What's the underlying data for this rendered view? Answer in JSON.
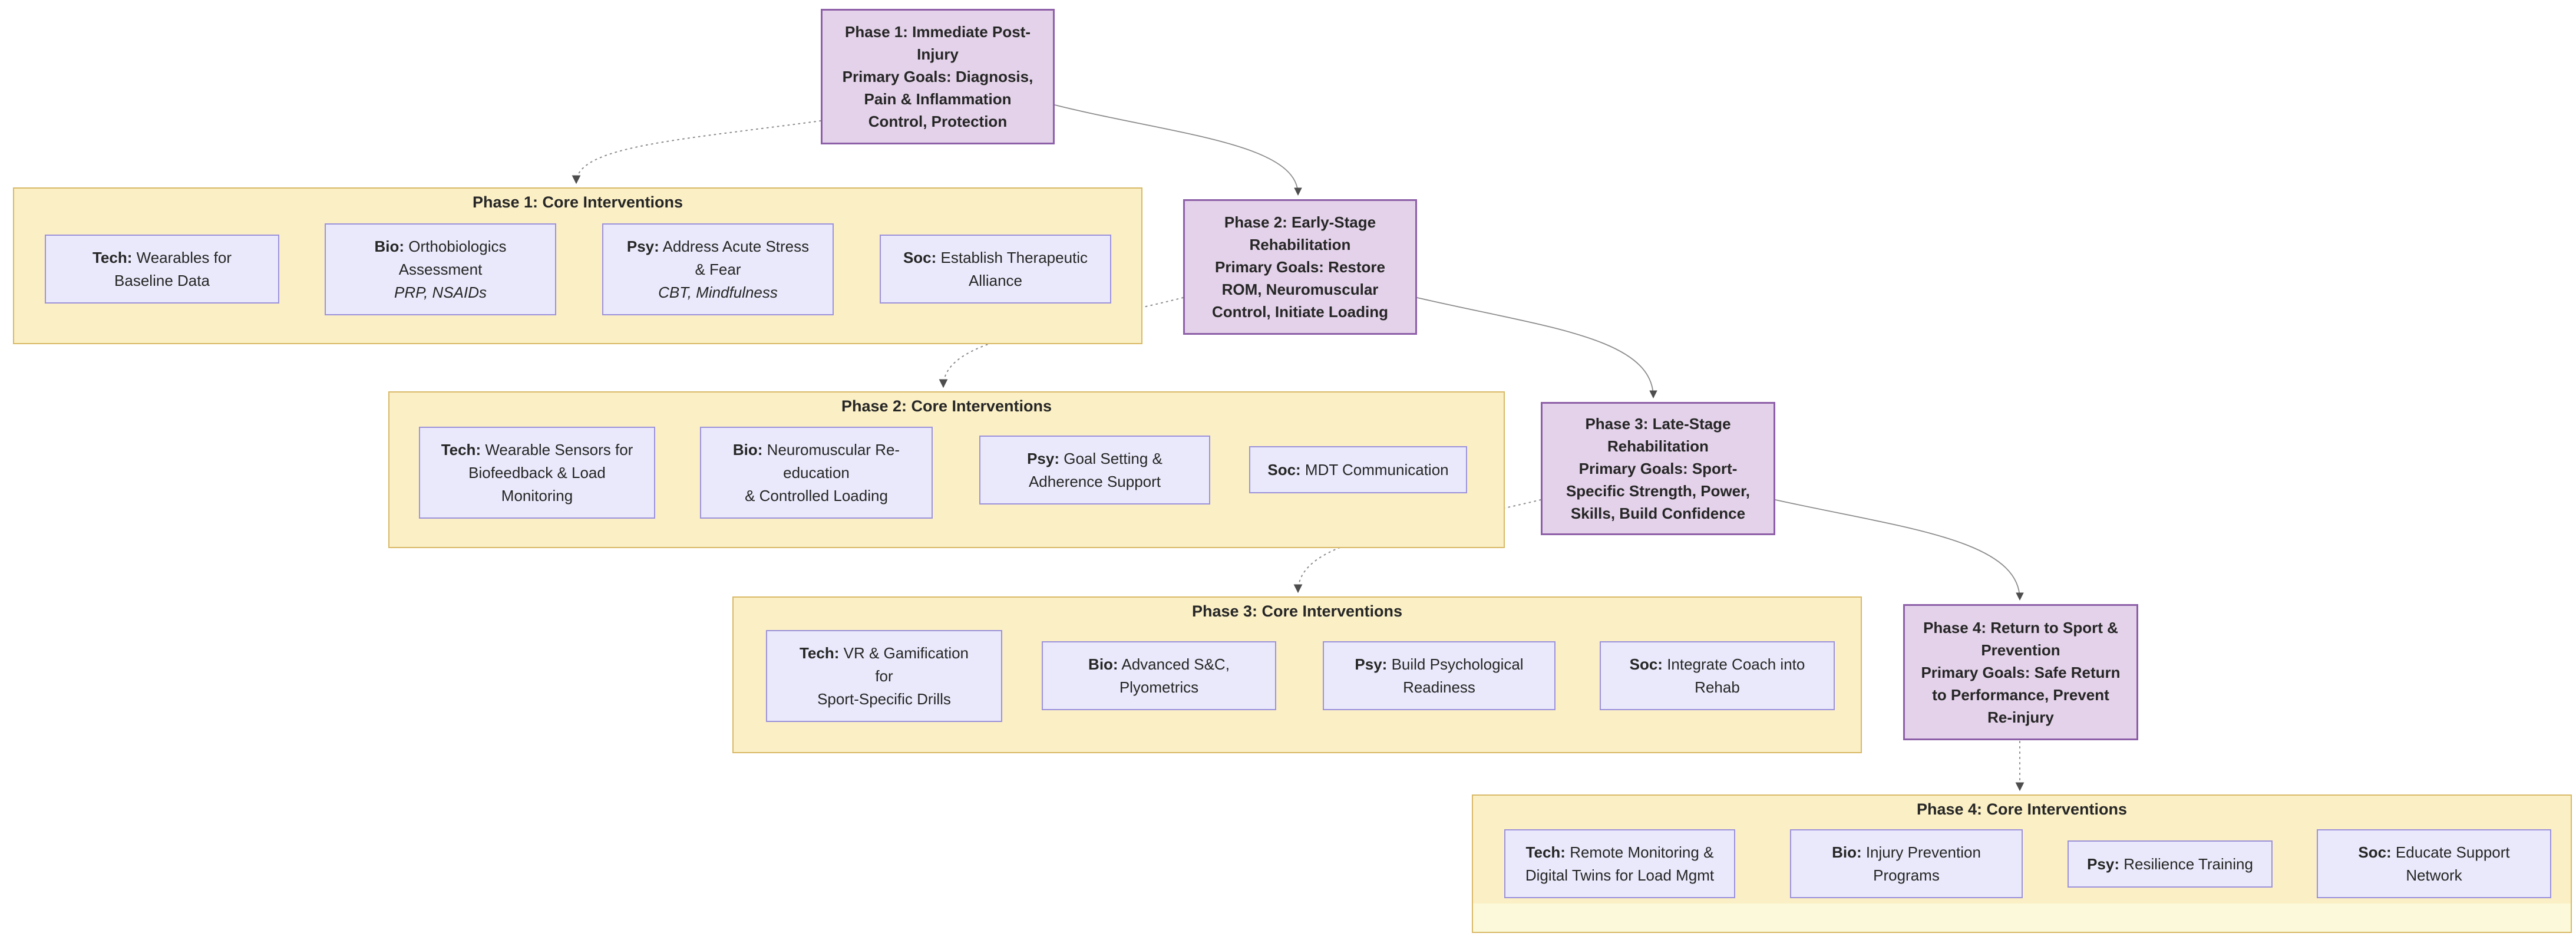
{
  "diagram": {
    "type": "flowchart",
    "phases": [
      {
        "id": "P1",
        "label": "Phase 1: Immediate Post-\nInjury\nPrimary Goals: Diagnosis,\nPain & Inflammation\nControl, Protection"
      },
      {
        "id": "P2",
        "label": "Phase 2: Early-Stage\nRehabilitation\nPrimary Goals: Restore\nROM, Neuromuscular\nControl, Initiate Loading"
      },
      {
        "id": "P3",
        "label": "Phase 3: Late-Stage\nRehabilitation\nPrimary Goals: Sport-\nSpecific Strength, Power,\nSkills, Build Confidence"
      },
      {
        "id": "P4",
        "label": "Phase 4: Return to Sport &\nPrevention\nPrimary Goals: Safe Return\nto Performance, Prevent\nRe-injury"
      }
    ],
    "clusters": [
      {
        "title": "Phase 1: Core Interventions",
        "nodes": [
          {
            "prefix": "Tech:",
            "text": " Wearables for\nBaseline Data",
            "note": ""
          },
          {
            "prefix": "Bio:",
            "text": " Orthobiologics\nAssessment",
            "note": "PRP, NSAIDs"
          },
          {
            "prefix": "Psy:",
            "text": " Address Acute Stress\n& Fear",
            "note": "CBT, Mindfulness"
          },
          {
            "prefix": "Soc:",
            "text": " Establish Therapeutic\nAlliance",
            "note": ""
          }
        ]
      },
      {
        "title": "Phase 2: Core Interventions",
        "nodes": [
          {
            "prefix": "Tech:",
            "text": " Wearable Sensors for\nBiofeedback & Load\nMonitoring",
            "note": ""
          },
          {
            "prefix": "Bio:",
            "text": " Neuromuscular Re-\neducation\n& Controlled Loading",
            "note": ""
          },
          {
            "prefix": "Psy:",
            "text": " Goal Setting &\nAdherence Support",
            "note": ""
          },
          {
            "prefix": "Soc:",
            "text": " MDT Communication",
            "note": ""
          }
        ]
      },
      {
        "title": "Phase 3: Core Interventions",
        "nodes": [
          {
            "prefix": "Tech:",
            "text": " VR & Gamification\nfor\nSport-Specific Drills",
            "note": ""
          },
          {
            "prefix": "Bio:",
            "text": " Advanced S&C,\nPlyometrics",
            "note": ""
          },
          {
            "prefix": "Psy:",
            "text": " Build Psychological\nReadiness",
            "note": ""
          },
          {
            "prefix": "Soc:",
            "text": " Integrate Coach into\nRehab",
            "note": ""
          }
        ]
      },
      {
        "title": "Phase 4: Core Interventions",
        "nodes": [
          {
            "prefix": "Tech:",
            "text": " Remote Monitoring &\nDigital Twins for Load Mgmt",
            "note": ""
          },
          {
            "prefix": "Bio:",
            "text": " Injury Prevention\nPrograms",
            "note": ""
          },
          {
            "prefix": "Psy:",
            "text": " Resilience Training",
            "note": ""
          },
          {
            "prefix": "Soc:",
            "text": " Educate Support\nNetwork",
            "note": ""
          }
        ]
      }
    ],
    "edges": [
      {
        "from": "P1",
        "to": "Phase 1: Core Interventions",
        "style": "dotted"
      },
      {
        "from": "P1",
        "to": "P2",
        "style": "solid"
      },
      {
        "from": "P2",
        "to": "Phase 2: Core Interventions",
        "style": "dotted"
      },
      {
        "from": "P2",
        "to": "P3",
        "style": "solid"
      },
      {
        "from": "P3",
        "to": "Phase 3: Core Interventions",
        "style": "dotted"
      },
      {
        "from": "P3",
        "to": "P4",
        "style": "solid"
      },
      {
        "from": "P4",
        "to": "Phase 4: Core Interventions",
        "style": "dotted"
      }
    ],
    "colors": {
      "phase_fill": "#e3d2e9",
      "phase_border": "#8d5fa8",
      "cluster_fill": "#faefc5",
      "cluster_border": "#d9b967",
      "cluster_strip": "#fbf9d9",
      "node_fill": "#e9e9fb",
      "node_border": "#9c92db",
      "edge_line": "#8c8c8c",
      "arrowhead": "#4d4d4d",
      "text": "#262626"
    }
  }
}
